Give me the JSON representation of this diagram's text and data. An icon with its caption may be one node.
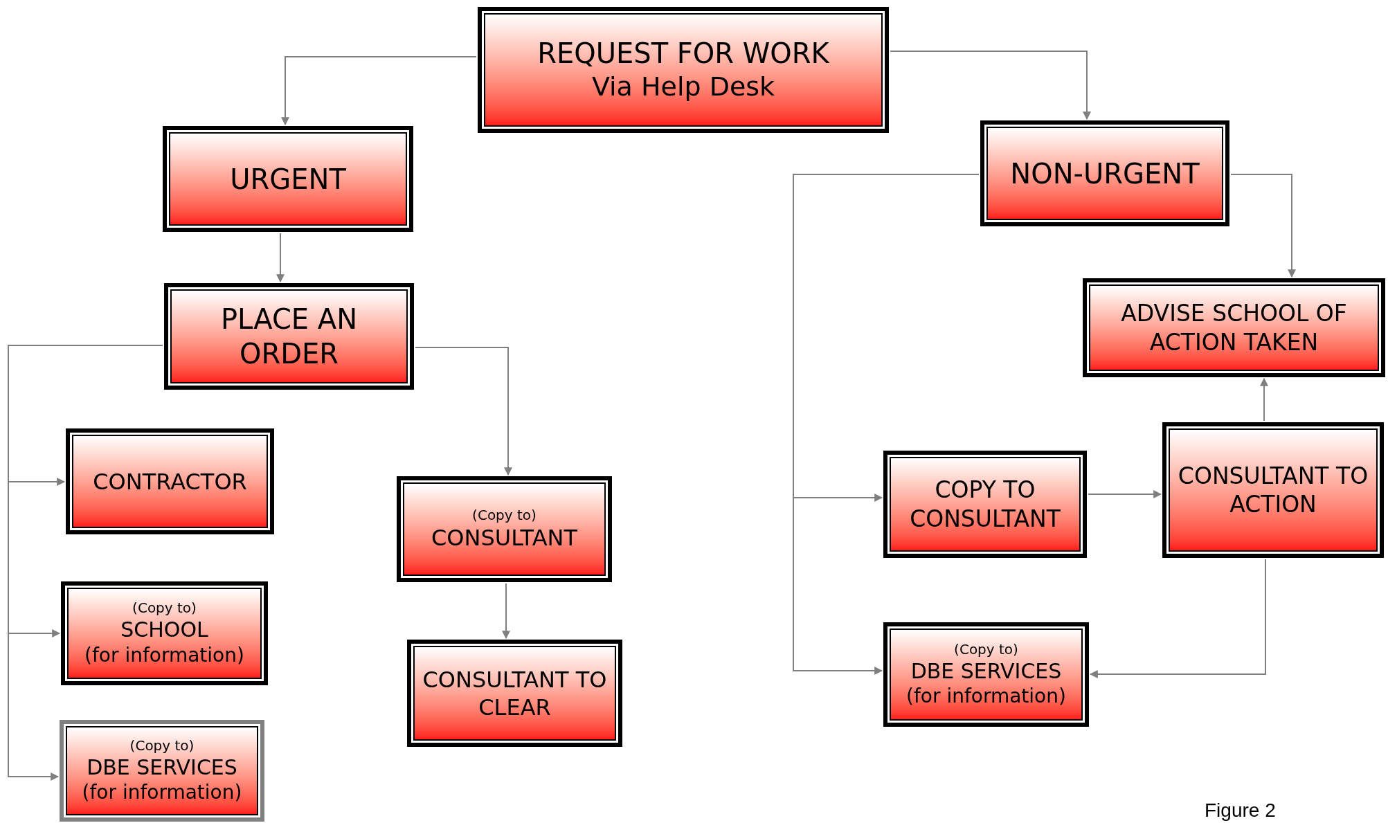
{
  "diagram": {
    "nodes": [
      {
        "text": [
          "REQUEST FOR WORK",
          "Via Help Desk"
        ]
      },
      {
        "text": [
          "URGENT"
        ]
      },
      {
        "text": [
          "NON-URGENT"
        ]
      },
      {
        "text": [
          "PLACE AN ORDER"
        ]
      },
      {
        "text": [
          "ADVISE SCHOOL OF ACTION TAKEN"
        ]
      },
      {
        "text": [
          "CONTRACTOR"
        ]
      },
      {
        "text": [
          "(Copy to)",
          "CONSULTANT"
        ]
      },
      {
        "text": [
          "COPY TO CONSULTANT"
        ]
      },
      {
        "text": [
          "CONSULTANT TO ACTION"
        ]
      },
      {
        "text": [
          "(Copy to)",
          "SCHOOL",
          "(for information)"
        ]
      },
      {
        "text": [
          "CONSULTANT TO CLEAR"
        ]
      },
      {
        "text": [
          "(Copy to)",
          "DBE SERVICES",
          "(for information)"
        ]
      },
      {
        "text": [
          "(Copy to)",
          "DBE SERVICES",
          "(for information)"
        ]
      }
    ],
    "edges": [
      {
        "from": 0,
        "to": 1,
        "arrow": "to"
      },
      {
        "from": 0,
        "to": 2,
        "arrow": "to"
      },
      {
        "from": 1,
        "to": 3,
        "arrow": "to"
      },
      {
        "from": 2,
        "to": 4,
        "arrow": "to"
      },
      {
        "from": 3,
        "to": 5,
        "arrow": "to"
      },
      {
        "from": 3,
        "to": 9,
        "arrow": "to"
      },
      {
        "from": 3,
        "to": 12,
        "arrow": "to"
      },
      {
        "from": 3,
        "to": 6,
        "arrow": "to"
      },
      {
        "from": 6,
        "to": 10,
        "arrow": "to"
      },
      {
        "from": 2,
        "to": 7,
        "arrow": "to"
      },
      {
        "from": 2,
        "to": 11,
        "arrow": "to"
      },
      {
        "from": 7,
        "to": 8,
        "arrow": "to"
      },
      {
        "from": 8,
        "to": 4,
        "arrow": "to"
      },
      {
        "from": 8,
        "to": 11,
        "arrow": "to"
      }
    ],
    "labels": [
      "Figure 2"
    ]
  }
}
